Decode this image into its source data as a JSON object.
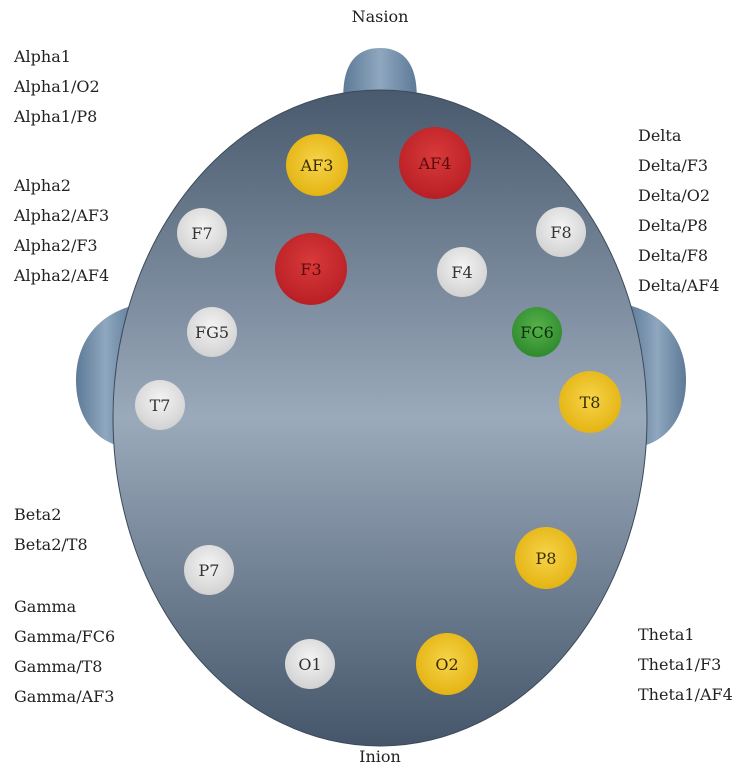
{
  "landmarks": {
    "top": "Nasion",
    "bottom": "Inion"
  },
  "electrodes": [
    {
      "id": "AF3",
      "color": "yellow",
      "size": "medium"
    },
    {
      "id": "AF4",
      "color": "red",
      "size": "large"
    },
    {
      "id": "F7",
      "color": "gray",
      "size": "small"
    },
    {
      "id": "F8",
      "color": "gray",
      "size": "small"
    },
    {
      "id": "F3",
      "color": "red",
      "size": "large"
    },
    {
      "id": "F4",
      "color": "gray",
      "size": "small"
    },
    {
      "id": "FG5",
      "color": "gray",
      "size": "small"
    },
    {
      "id": "FC6",
      "color": "green",
      "size": "small"
    },
    {
      "id": "T7",
      "color": "gray",
      "size": "small"
    },
    {
      "id": "T8",
      "color": "yellow",
      "size": "medium"
    },
    {
      "id": "P7",
      "color": "gray",
      "size": "small"
    },
    {
      "id": "P8",
      "color": "yellow",
      "size": "medium"
    },
    {
      "id": "O1",
      "color": "gray",
      "size": "small"
    },
    {
      "id": "O2",
      "color": "yellow",
      "size": "medium"
    }
  ],
  "legend_groups": {
    "alpha1": [
      "Alpha1",
      "Alpha1/O2",
      "Alpha1/P8"
    ],
    "alpha2": [
      "Alpha2",
      "Alpha2/AF3",
      "Alpha2/F3",
      "Alpha2/AF4"
    ],
    "beta2": [
      "Beta2",
      "Beta2/T8"
    ],
    "gamma": [
      "Gamma",
      "Gamma/FC6",
      "Gamma/T8",
      "Gamma/AF3"
    ],
    "delta": [
      "Delta",
      "Delta/F3",
      "Delta/O2",
      "Delta/P8",
      "Delta/F8",
      "Delta/AF4"
    ],
    "theta1": [
      "Theta1",
      "Theta1/F3",
      "Theta1/AF4"
    ]
  },
  "colors": {
    "head_dark": "#4c5c6f",
    "head_light": "#9aaabb",
    "ear": "#6f8ba6",
    "red": "#c62a2a",
    "yellow": "#e8bd16",
    "green": "#3f9a3a",
    "gray": "#dedede"
  }
}
